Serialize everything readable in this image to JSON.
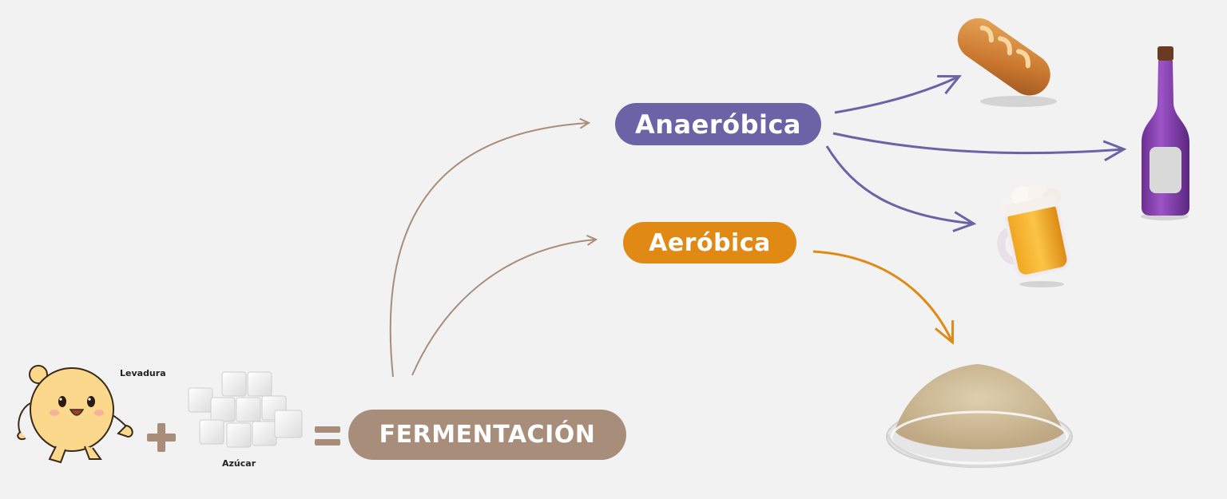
{
  "labels": {
    "anaerobica": "Anaeróbica",
    "aerobica": "Aeróbica",
    "fermentacion": "FERMENTACIÓN",
    "levadura": "Levadura",
    "azucar": "Azúcar",
    "plus": "+",
    "equals": "="
  },
  "colors": {
    "anaerobica": "#6b63a6",
    "aerobica": "#e08a15",
    "fermentacion": "#a88e7a",
    "yeast": "#fbd88c",
    "background": "#f2f2f2"
  },
  "icons": {
    "yeast": "yeast-character-icon",
    "sugar": "sugar-cubes-icon",
    "bread": "bread-icon",
    "wine": "wine-bottle-icon",
    "beer": "beer-mug-icon",
    "powder": "yeast-powder-dish-icon"
  }
}
